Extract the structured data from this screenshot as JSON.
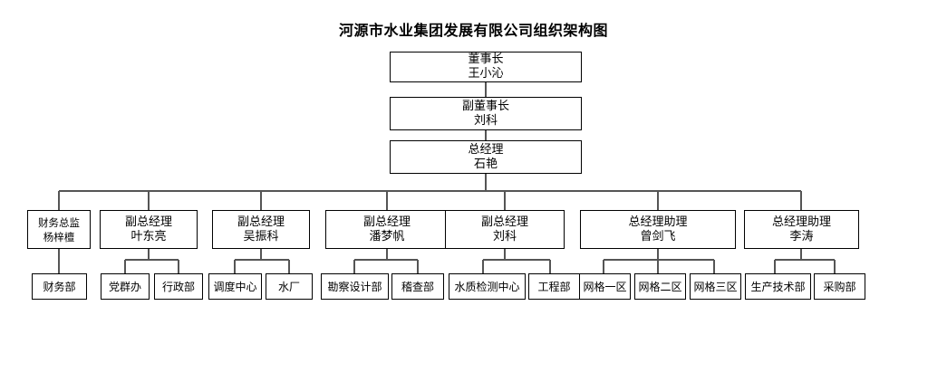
{
  "title": "河源市水业集团发展有限公司组织架构图",
  "chart_data": {
    "type": "diagram",
    "diagram_kind": "organization-chart",
    "title": "河源市水业集团发展有限公司组织架构图",
    "orientation": "top-down",
    "levels": 4
  },
  "nodes": {
    "chairman": {
      "title": "董事长",
      "name": "王小沁"
    },
    "vice_chairman": {
      "title": "副董事长",
      "name": "刘科"
    },
    "general_manager": {
      "title": "总经理",
      "name": "石艳"
    },
    "cfo": {
      "title": "财务总监",
      "name": "杨梓檀"
    },
    "vgm1": {
      "title": "副总经理",
      "name": "叶东亮"
    },
    "vgm2": {
      "title": "副总经理",
      "name": "吴振科"
    },
    "vgm3": {
      "title": "副总经理",
      "name": "潘梦帆"
    },
    "vgm4": {
      "title": "副总经理",
      "name": "刘科"
    },
    "assistant1": {
      "title": "总经理助理",
      "name": "曾剑飞"
    },
    "assistant2": {
      "title": "总经理助理",
      "name": "李涛"
    },
    "dept_finance": {
      "title": "财务部"
    },
    "dept_party": {
      "title": "党群办"
    },
    "dept_admin": {
      "title": "行政部"
    },
    "dept_dispatch": {
      "title": "调度中心"
    },
    "dept_waterplant": {
      "title": "水厂"
    },
    "dept_survey": {
      "title": "勘察设计部"
    },
    "dept_audit": {
      "title": "稽查部"
    },
    "dept_waterquality": {
      "title": "水质检测中心"
    },
    "dept_engineering": {
      "title": "工程部"
    },
    "dept_grid1": {
      "title": "网格一区"
    },
    "dept_grid2": {
      "title": "网格二区"
    },
    "dept_grid3": {
      "title": "网格三区"
    },
    "dept_production": {
      "title": "生产技术部"
    },
    "dept_purchase": {
      "title": "采购部"
    }
  },
  "colors": {
    "border": "#000000",
    "background": "#ffffff",
    "text": "#000000",
    "connector": "#555555"
  }
}
